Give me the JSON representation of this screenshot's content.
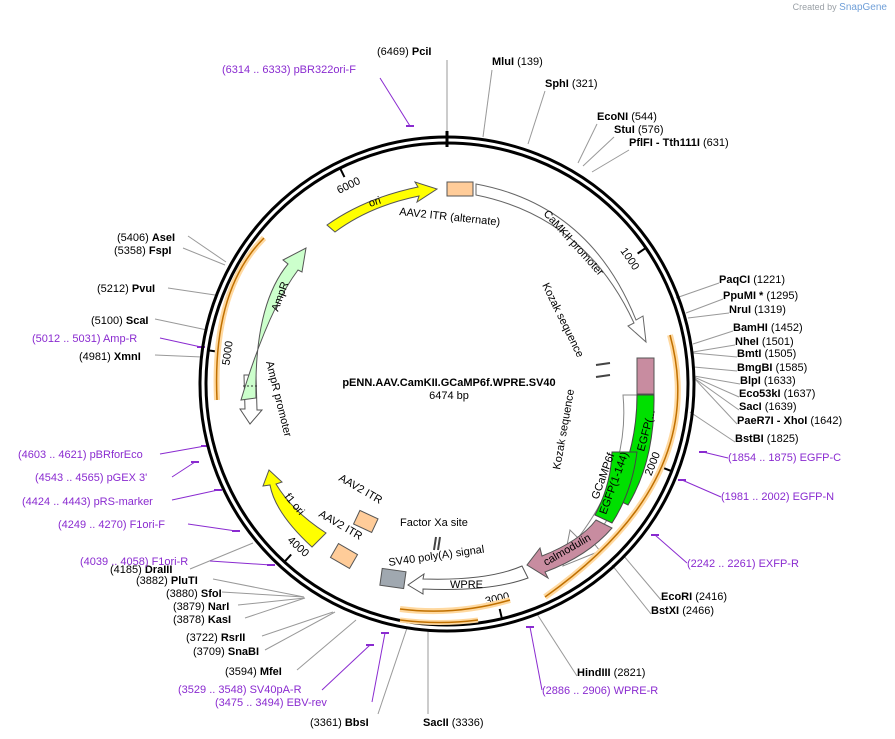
{
  "app": {
    "credit_prefix": "Created by",
    "credit_brand": "SnapGene"
  },
  "plasmid": {
    "name": "pENN.AAV.CamKII.GCaMP6f.WPRE.SV40",
    "length_label": "6474 bp",
    "length": 6474
  },
  "ticks": [
    {
      "label": "1000",
      "pos": 1000
    },
    {
      "label": "2000",
      "pos": 2000
    },
    {
      "label": "3000",
      "pos": 3000
    },
    {
      "label": "4000",
      "pos": 4000
    },
    {
      "label": "5000",
      "pos": 5000
    },
    {
      "label": "6000",
      "pos": 6000
    }
  ],
  "features": [
    {
      "label": "ori",
      "color": "#ffff00"
    },
    {
      "label": "AAV2 ITR (alternate)",
      "color": "#ffcc99"
    },
    {
      "label": "CaMKII promoter",
      "color": "#ffffff"
    },
    {
      "label": "Kozak sequence",
      "color": "#ffffff"
    },
    {
      "label": "Kozak sequence",
      "color": "#ffffff"
    },
    {
      "label": "GCaMP6f",
      "color": "#ffffff"
    },
    {
      "label": "EGFP(...",
      "color": "#00e000"
    },
    {
      "label": "EGFP(1-144)",
      "color": "#00e000"
    },
    {
      "label": "calmodulin",
      "color": "#c88ca0"
    },
    {
      "label": "Factor Xa site",
      "color": "#ffffff"
    },
    {
      "label": "SV40 poly(A) signal",
      "color": "#a0a8b0"
    },
    {
      "label": "WPRE",
      "color": "#ffffff"
    },
    {
      "label": "AAV2 ITR",
      "color": "#ffcc99"
    },
    {
      "label": "AAV2 ITR",
      "color": "#ffcc99"
    },
    {
      "label": "f1 ori",
      "color": "#ffff00"
    },
    {
      "label": "AmpR",
      "color": "#ccffcc"
    },
    {
      "label": "AmpR promoter",
      "color": "#ffffff"
    }
  ],
  "sites": [
    {
      "name": "PciI",
      "pos": "(6469)",
      "pos_first": true
    },
    {
      "name": "MluI",
      "pos": "(139)"
    },
    {
      "name": "SphI",
      "pos": "(321)"
    },
    {
      "name": "EcoNI",
      "pos": "(544)"
    },
    {
      "name": "StuI",
      "pos": "(576)"
    },
    {
      "name": "PflFI",
      "extra": "- Tth111I",
      "pos": "(631)"
    },
    {
      "name": "PaqCI",
      "pos": "(1221)"
    },
    {
      "name": "PpuMI *",
      "pos": "(1295)"
    },
    {
      "name": "NruI",
      "pos": "(1319)"
    },
    {
      "name": "BamHI",
      "pos": "(1452)"
    },
    {
      "name": "NheI",
      "pos": "(1501)"
    },
    {
      "name": "BmtI",
      "pos": "(1505)"
    },
    {
      "name": "BmgBI",
      "pos": "(1585)"
    },
    {
      "name": "BlpI",
      "pos": "(1633)"
    },
    {
      "name": "Eco53kI",
      "pos": "(1637)"
    },
    {
      "name": "SacI",
      "pos": "(1639)"
    },
    {
      "name": "PaeR7I",
      "extra": "- XhoI",
      "pos": "(1642)"
    },
    {
      "name": "BstBI",
      "pos": "(1825)"
    },
    {
      "name": "EcoRI",
      "pos": "(2416)"
    },
    {
      "name": "BstXI",
      "pos": "(2466)"
    },
    {
      "name": "HindIII",
      "pos": "(2821)"
    },
    {
      "name": "SacII",
      "pos": "(3336)"
    },
    {
      "name": "BbsI",
      "pos": "(3361)",
      "pos_first": true
    },
    {
      "name": "MfeI",
      "pos": "(3594)",
      "pos_first": true
    },
    {
      "name": "SnaBI",
      "pos": "(3709)",
      "pos_first": true
    },
    {
      "name": "RsrII",
      "pos": "(3722)",
      "pos_first": true
    },
    {
      "name": "KasI",
      "pos": "(3878)",
      "pos_first": true
    },
    {
      "name": "NarI",
      "pos": "(3879)",
      "pos_first": true
    },
    {
      "name": "SfoI",
      "pos": "(3880)",
      "pos_first": true
    },
    {
      "name": "PluTI",
      "pos": "(3882)",
      "pos_first": true
    },
    {
      "name": "DraIII",
      "pos": "(4185)",
      "pos_first": true
    },
    {
      "name": "XmnI",
      "pos": "(4981)",
      "pos_first": true
    },
    {
      "name": "ScaI",
      "pos": "(5100)",
      "pos_first": true
    },
    {
      "name": "PvuI",
      "pos": "(5212)",
      "pos_first": true
    },
    {
      "name": "FspI",
      "pos": "(5358)",
      "pos_first": true
    },
    {
      "name": "AseI",
      "pos": "(5406)",
      "pos_first": true
    }
  ],
  "primers": [
    {
      "range": "(6314 .. 6333)",
      "name": "pBR322ori-F"
    },
    {
      "range": "(1854 .. 1875)",
      "name": "EGFP-C"
    },
    {
      "range": "(1981 .. 2002)",
      "name": "EGFP-N"
    },
    {
      "range": "(2242 .. 2261)",
      "name": "EXFP-R"
    },
    {
      "range": "(2886 .. 2906)",
      "name": "WPRE-R"
    },
    {
      "range": "(3529 .. 3548)",
      "name": "SV40pA-R"
    },
    {
      "range": "(3475 .. 3494)",
      "name": "EBV-rev"
    },
    {
      "range": "(4039 .. 4058)",
      "name": "F1ori-R"
    },
    {
      "range": "(4249 .. 4270)",
      "name": "F1ori-F"
    },
    {
      "range": "(4424 .. 4443)",
      "name": "pRS-marker"
    },
    {
      "range": "(4543 .. 4565)",
      "name": "pGEX 3'"
    },
    {
      "range": "(4603 .. 4621)",
      "name": "pBRforEco"
    },
    {
      "range": "(5012 .. 5031)",
      "name": "Amp-R"
    }
  ]
}
